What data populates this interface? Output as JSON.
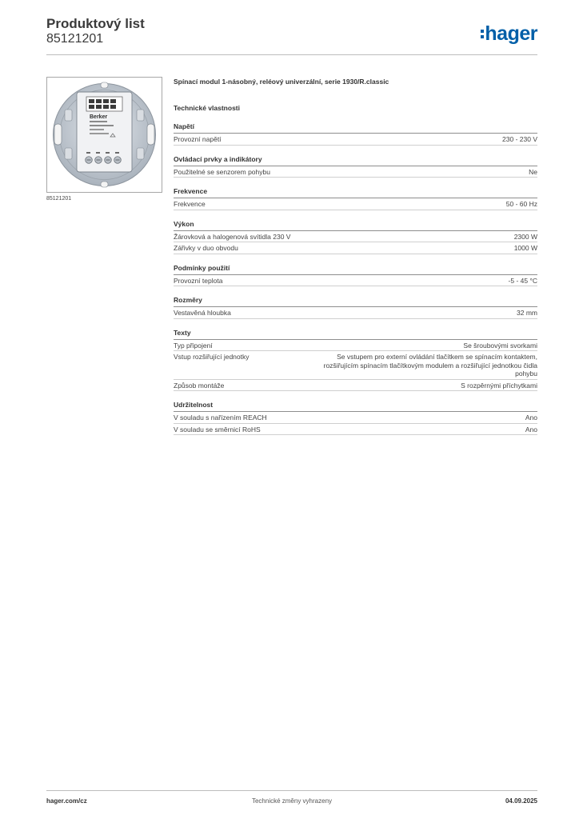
{
  "header": {
    "title": "Produktový list",
    "number": "85121201",
    "logo_text": "hager",
    "brand_color": "#005fa8"
  },
  "image": {
    "caption": "85121201",
    "device_brand": "Berker"
  },
  "product": {
    "name": "Spínací modul 1-násobný, reléový univerzální, serie 1930/R.classic",
    "section_title": "Technické vlastnosti"
  },
  "groups": [
    {
      "title": "Napětí",
      "rows": [
        {
          "label": "Provozní napětí",
          "value": "230 - 230 V"
        }
      ]
    },
    {
      "title": "Ovládací prvky a indikátory",
      "rows": [
        {
          "label": "Použitelné se senzorem pohybu",
          "value": "Ne"
        }
      ]
    },
    {
      "title": "Frekvence",
      "rows": [
        {
          "label": "Frekvence",
          "value": "50 - 60 Hz"
        }
      ]
    },
    {
      "title": "Výkon",
      "rows": [
        {
          "label": "Žárovková a halogenová svítidla 230 V",
          "value": "2300 W"
        },
        {
          "label": "Zářivky v duo obvodu",
          "value": "1000 W"
        }
      ]
    },
    {
      "title": "Podmínky použití",
      "rows": [
        {
          "label": "Provozní teplota",
          "value": "-5 - 45 °C"
        }
      ]
    },
    {
      "title": "Rozměry",
      "rows": [
        {
          "label": "Vestavěná hloubka",
          "value": "32 mm"
        }
      ]
    },
    {
      "title": "Texty",
      "rows": [
        {
          "label": "Typ připojení",
          "value": "Se šroubovými svorkami"
        },
        {
          "label": "Vstup rozšiřující jednotky",
          "value": "Se vstupem pro externí ovládání tlačítkem se spínacím kontaktem, rozšiřujícím spínacím tlačítkovým modulem a rozšiřující jednotkou čidla pohybu"
        },
        {
          "label": "Způsob montáže",
          "value": "S rozpěrnými příchytkami"
        }
      ]
    },
    {
      "title": "Udržitelnost",
      "rows": [
        {
          "label": "V souladu s nařízením REACH",
          "value": "Ano"
        },
        {
          "label": "V souladu se směrnicí RoHS",
          "value": "Ano"
        }
      ]
    }
  ],
  "footer": {
    "website": "hager.com/cz",
    "note": "Technické změny vyhrazeny",
    "date": "04.09.2025"
  }
}
